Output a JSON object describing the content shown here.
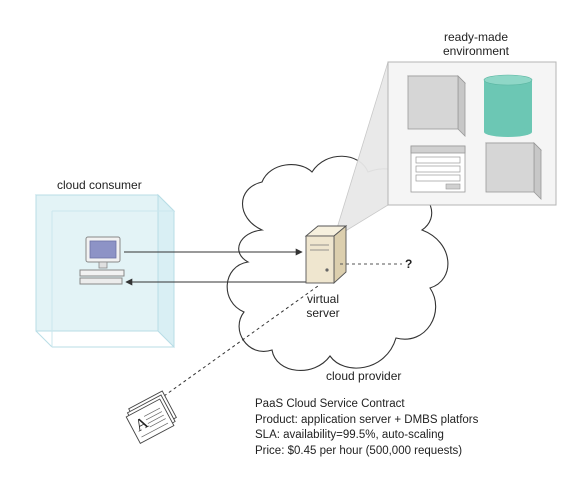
{
  "labels": {
    "environment_line1": "ready-made",
    "environment_line2": "environment",
    "consumer": "cloud consumer",
    "server_line1": "virtual",
    "server_line2": "server",
    "provider": "cloud provider",
    "unknown": "?"
  },
  "contract": {
    "title": "PaaS Cloud Service Contract",
    "product": "Product: application server + DMBS platfors",
    "sla": "SLA: availability=99.5%,  auto-scaling",
    "price": "Price: $0.45 per hour (500,000 requests)"
  },
  "colors": {
    "consumer_box": "#e3f3f6",
    "database": "#6cc7b4",
    "server_body": "#efe6cf",
    "grey_block": "#d6d6d6"
  },
  "icons": [
    "computer-icon",
    "server-icon",
    "document-icon",
    "database-icon",
    "form-icon"
  ]
}
